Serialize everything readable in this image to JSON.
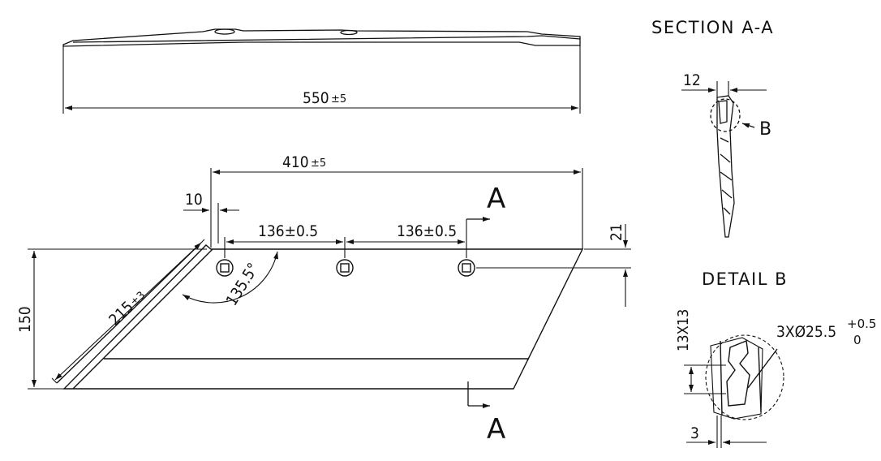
{
  "views": {
    "section_title": "SECTION  A-A",
    "detail_title": "DETAIL  B"
  },
  "dimensions": {
    "overall_length": {
      "value": "550",
      "tol": "±5"
    },
    "edge_length": {
      "value": "410",
      "tol": "±5"
    },
    "offset_10": {
      "value": "10"
    },
    "hole_pitch_1": {
      "value": "136±0.5"
    },
    "hole_pitch_2": {
      "value": "136±0.5"
    },
    "hole_offset": {
      "value": "21"
    },
    "height": {
      "value": "150"
    },
    "bevel_length": {
      "value": "215",
      "tol": "±3"
    },
    "angle": {
      "value": "135.5°"
    },
    "thickness": {
      "value": "12"
    },
    "square_hole": {
      "value": "13X13"
    },
    "hole_spec": {
      "value": "3XØ25.5",
      "tol_upper": "+0.5",
      "tol_lower": "0"
    },
    "detail_3": {
      "value": "3"
    }
  },
  "markers": {
    "section_top": "A",
    "section_bottom": "A",
    "detail_ref": "B"
  }
}
